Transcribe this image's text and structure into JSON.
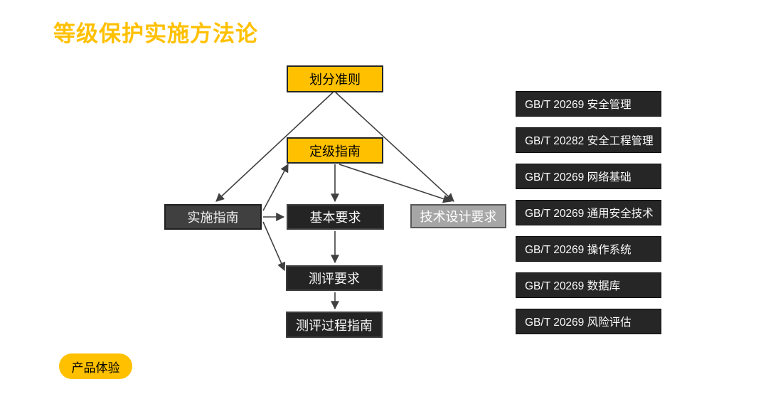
{
  "title": "等级保护实施方法论",
  "colors": {
    "accent_yellow": "#FFC000",
    "dark_box": "#262626",
    "mid_dark_box": "#404040",
    "gray_box": "#A6A6A6",
    "arrow": "#404040",
    "background": "#FFFFFF"
  },
  "flow": {
    "nodes": [
      {
        "id": "classification-criteria",
        "label": "划分准则",
        "style": "yellow"
      },
      {
        "id": "grading-guide",
        "label": "定级指南",
        "style": "yellow"
      },
      {
        "id": "implementation-guide",
        "label": "实施指南",
        "style": "mid-dark"
      },
      {
        "id": "basic-requirements",
        "label": "基本要求",
        "style": "dark"
      },
      {
        "id": "technical-design-requirements",
        "label": "技术设计要求",
        "style": "gray"
      },
      {
        "id": "evaluation-requirements",
        "label": "测评要求",
        "style": "dark"
      },
      {
        "id": "evaluation-process-guide",
        "label": "测评过程指南",
        "style": "dark"
      }
    ],
    "edges": [
      {
        "from": "划分准则",
        "to": "实施指南"
      },
      {
        "from": "划分准则",
        "to": "技术设计要求"
      },
      {
        "from": "实施指南",
        "to": "定级指南"
      },
      {
        "from": "定级指南",
        "to": "基本要求"
      },
      {
        "from": "定级指南",
        "to": "技术设计要求"
      },
      {
        "from": "实施指南",
        "to": "基本要求"
      },
      {
        "from": "实施指南",
        "to": "测评要求"
      },
      {
        "from": "基本要求",
        "to": "测评要求"
      },
      {
        "from": "测评要求",
        "to": "测评过程指南"
      }
    ]
  },
  "standards": {
    "items": [
      {
        "label": "GB/T 20269 安全管理"
      },
      {
        "label": "GB/T 20282 安全工程管理"
      },
      {
        "label": "GB/T 20269 网络基础"
      },
      {
        "label": "GB/T 20269 通用安全技术"
      },
      {
        "label": "GB/T 20269 操作系统"
      },
      {
        "label": "GB/T 20269 数据库"
      },
      {
        "label": "GB/T 20269 风险评估"
      }
    ]
  },
  "footer": {
    "cta_label": "产品体验"
  }
}
